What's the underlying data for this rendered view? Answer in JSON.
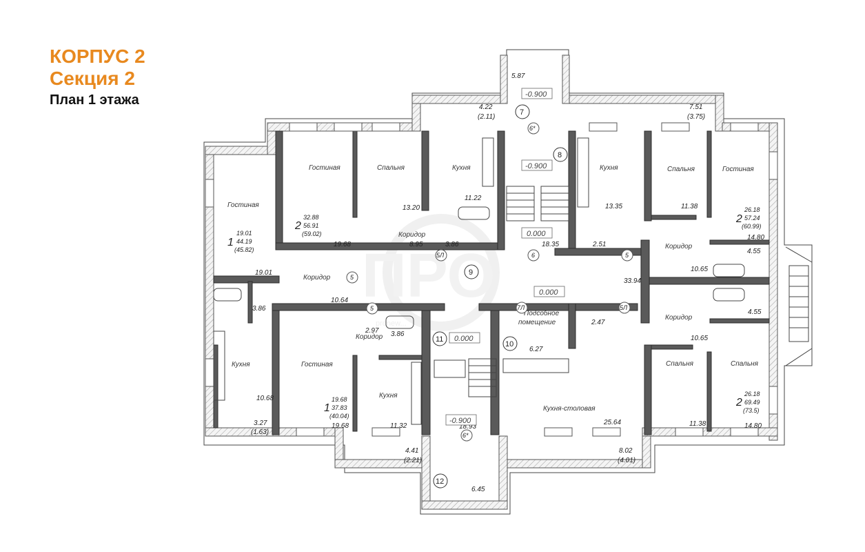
{
  "header": {
    "building": "КОРПУС 2",
    "section": "Секция 2",
    "floor_plan": "План 1 этажа"
  },
  "rooms": {
    "gostinaya": "Гостиная",
    "spalnya": "Спальня",
    "kukhnya": "Кухня",
    "koridor": "Коридор",
    "podsobnoe_1": "Подсобное",
    "podsobnoe_2": "помещение",
    "kukhnya_stolovaya": "Кухня-столовая"
  },
  "apartments": [
    {
      "rooms": "2",
      "living": "32.88",
      "total": "56.91",
      "with_balcony": "(59.02)"
    },
    {
      "rooms": "1",
      "living": "19.01",
      "total": "44.19",
      "with_balcony": "(45.82)"
    },
    {
      "rooms": "2",
      "living": "26.18",
      "total": "57.24",
      "with_balcony": "(60.99)"
    },
    {
      "rooms": "1",
      "living": "19.68",
      "total": "37.83",
      "with_balcony": "(40.04)"
    },
    {
      "rooms": "2",
      "living": "26.18",
      "total": "69.49",
      "with_balcony": "(73.5)"
    }
  ],
  "areas": [
    "5.87",
    "4.22",
    "(2.11)",
    "7.51",
    "(3.75)",
    "11.22",
    "13.20",
    "13.35",
    "11.38",
    "19.68",
    "8.95",
    "3.86",
    "18.35",
    "2.51",
    "14.80",
    "4.55",
    "19.01",
    "10.64",
    "33.94",
    "10.65",
    "3.86",
    "2.97",
    "3.86",
    "2.47",
    "6.27",
    "4.55",
    "10.65",
    "10.68",
    "11.32",
    "25.64",
    "11.38",
    "14.80",
    "3.27",
    "(1.63)",
    "19.68",
    "18.93",
    "4.41",
    "(2.21)",
    "8.02",
    "(4.01)",
    "6.45"
  ],
  "levels": [
    "-0.900",
    "-0.900",
    "0.000",
    "0.000",
    "0.000",
    "-0.900"
  ],
  "space_numbers": [
    "7",
    "8",
    "9",
    "10",
    "11",
    "12"
  ],
  "door_marks": [
    "6*",
    "5Л",
    "6",
    "5",
    "5",
    "5",
    "7Л",
    "5Л",
    "6*"
  ],
  "watermark": {
    "logo": "ПРО",
    "site": "pronew..."
  }
}
